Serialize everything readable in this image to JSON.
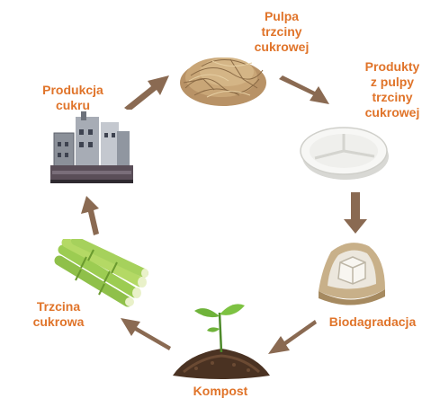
{
  "cycle": {
    "pulp": {
      "lines": [
        "Pulpa",
        "trzciny",
        "cukrowej"
      ]
    },
    "products": {
      "lines": [
        "Produkty",
        "z pulpy",
        "trzciny",
        "cukrowej"
      ]
    },
    "biodegradation": {
      "lines": [
        "Biodagradacja"
      ]
    },
    "compost": {
      "lines": [
        "Kompost"
      ]
    },
    "sugarcane": {
      "lines": [
        "Trzcina",
        "cukrowa"
      ]
    },
    "sugar_production": {
      "lines": [
        "Produkcja",
        "cukru"
      ]
    }
  },
  "colors": {
    "label": "#e0742a",
    "arrow": "#8a6a52"
  }
}
